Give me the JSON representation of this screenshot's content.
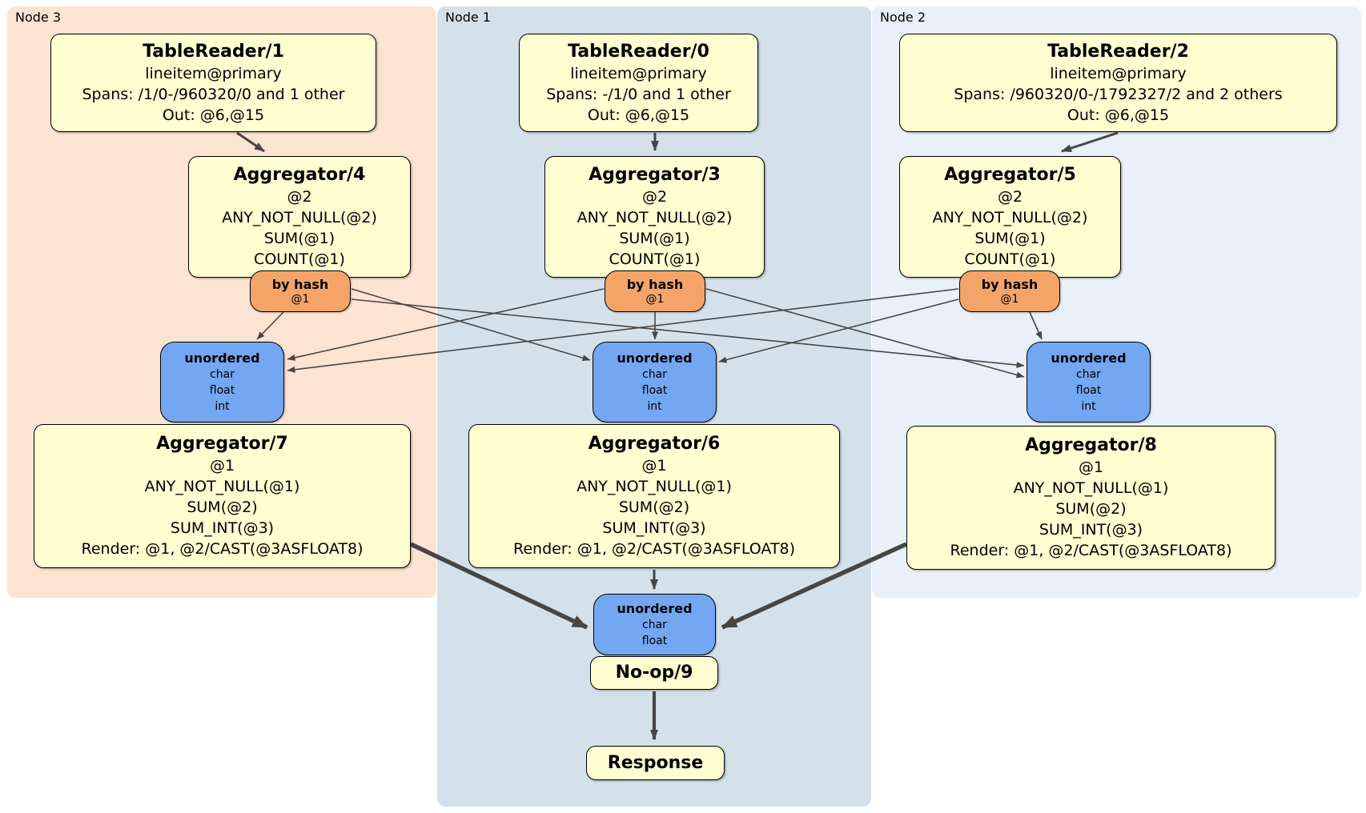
{
  "colors": {
    "node1_bg": "#d5e1ea",
    "node2_bg": "#eaf0f9",
    "node3_bg": "#fde3d2",
    "box_yellow": "#ffffd2",
    "router_orange": "#f4a469",
    "sync_blue": "#74a7f1",
    "edge": "#464646",
    "text": "#000000"
  },
  "groups": [
    {
      "id": "node3",
      "label": "Node 3"
    },
    {
      "id": "node1",
      "label": "Node 1"
    },
    {
      "id": "node2",
      "label": "Node 2"
    }
  ],
  "processors": {
    "tablereader1": {
      "title": "TableReader/1",
      "details": [
        "lineitem@primary",
        "Spans: /1/0-/960320/0 and 1 other",
        "Out: @6,@15"
      ]
    },
    "tablereader0": {
      "title": "TableReader/0",
      "details": [
        "lineitem@primary",
        "Spans: -/1/0 and 1 other",
        "Out: @6,@15"
      ]
    },
    "tablereader2": {
      "title": "TableReader/2",
      "details": [
        "lineitem@primary",
        "Spans: /960320/0-/1792327/2 and 2 others",
        "Out: @6,@15"
      ]
    },
    "aggregator4": {
      "title": "Aggregator/4",
      "details": [
        "@2",
        "ANY_NOT_NULL(@2)",
        "SUM(@1)",
        "COUNT(@1)"
      ]
    },
    "aggregator3": {
      "title": "Aggregator/3",
      "details": [
        "@2",
        "ANY_NOT_NULL(@2)",
        "SUM(@1)",
        "COUNT(@1)"
      ]
    },
    "aggregator5": {
      "title": "Aggregator/5",
      "details": [
        "@2",
        "ANY_NOT_NULL(@2)",
        "SUM(@1)",
        "COUNT(@1)"
      ]
    },
    "router_node3": {
      "title": "by hash",
      "details": [
        "@1"
      ]
    },
    "router_node1": {
      "title": "by hash",
      "details": [
        "@1"
      ]
    },
    "router_node2": {
      "title": "by hash",
      "details": [
        "@1"
      ]
    },
    "sync_node3": {
      "title": "unordered",
      "details": [
        "char",
        "float",
        "int"
      ]
    },
    "sync_node1": {
      "title": "unordered",
      "details": [
        "char",
        "float",
        "int"
      ]
    },
    "sync_node2": {
      "title": "unordered",
      "details": [
        "char",
        "float",
        "int"
      ]
    },
    "aggregator7": {
      "title": "Aggregator/7",
      "details": [
        "@1",
        "ANY_NOT_NULL(@1)",
        "SUM(@2)",
        "SUM_INT(@3)",
        "Render: @1, @2/CAST(@3ASFLOAT8)"
      ]
    },
    "aggregator6": {
      "title": "Aggregator/6",
      "details": [
        "@1",
        "ANY_NOT_NULL(@1)",
        "SUM(@2)",
        "SUM_INT(@3)",
        "Render: @1, @2/CAST(@3ASFLOAT8)"
      ]
    },
    "aggregator8": {
      "title": "Aggregator/8",
      "details": [
        "@1",
        "ANY_NOT_NULL(@1)",
        "SUM(@2)",
        "SUM_INT(@3)",
        "Render: @1, @2/CAST(@3ASFLOAT8)"
      ]
    },
    "sync_final": {
      "title": "unordered",
      "details": [
        "char",
        "float"
      ]
    },
    "noop": {
      "title": "No-op/9"
    },
    "response": {
      "title": "Response"
    }
  }
}
